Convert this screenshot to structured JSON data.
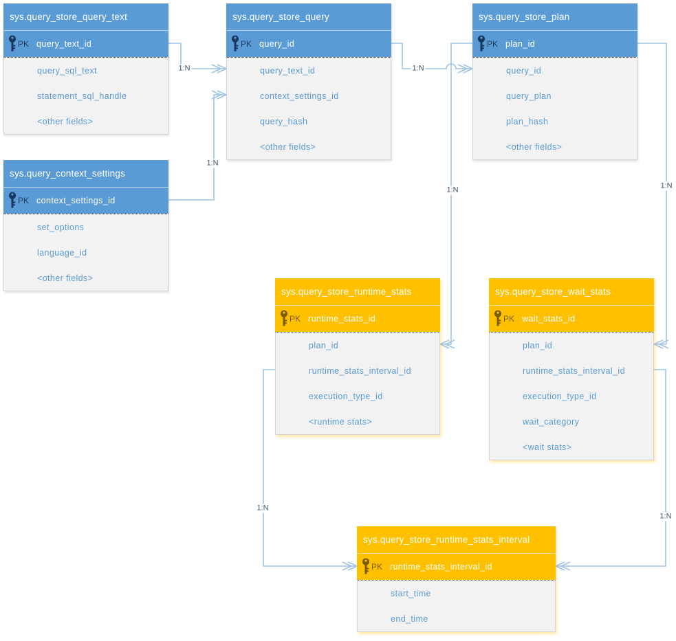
{
  "colors": {
    "blue_header": "#5B9BD5",
    "orange_header": "#FFC000",
    "body_background": "#F2F2F2",
    "field_text": "#5B9BD5",
    "connector_line": "#9DC3E6",
    "cardinality_text": "#44546A",
    "blue_key_icon": "#17375E",
    "orange_key_icon": "#7A5B00"
  },
  "tables": [
    {
      "name": "sys.query_store_query_text",
      "theme": "blue",
      "pk_label": "PK",
      "pk_field": "query_text_id",
      "fields": [
        "query_sql_text",
        "statement_sql_handle",
        "<other fields>"
      ]
    },
    {
      "name": "sys.query_store_query",
      "theme": "blue",
      "pk_label": "PK",
      "pk_field": "query_id",
      "fields": [
        "query_text_id",
        "context_settings_id",
        "query_hash",
        "<other fields>"
      ]
    },
    {
      "name": "sys.query_store_plan",
      "theme": "blue",
      "pk_label": "PK",
      "pk_field": "plan_id",
      "fields": [
        "query_id",
        "query_plan",
        "plan_hash",
        "<other fields>"
      ]
    },
    {
      "name": "sys.query_context_settings",
      "theme": "blue",
      "pk_label": "PK",
      "pk_field": "context_settings_id",
      "fields": [
        "set_options",
        "language_id",
        "<other fields>"
      ]
    },
    {
      "name": "sys.query_store_runtime_stats",
      "theme": "orange",
      "pk_label": "PK",
      "pk_field": "runtime_stats_id",
      "fields": [
        "plan_id",
        "runtime_stats_interval_id",
        "execution_type_id",
        "<runtime stats>"
      ]
    },
    {
      "name": "sys.query_store_wait_stats",
      "theme": "orange",
      "pk_label": "PK",
      "pk_field": "wait_stats_id",
      "fields": [
        "plan_id",
        "runtime_stats_interval_id",
        "execution_type_id",
        "wait_category",
        "<wait stats>"
      ]
    },
    {
      "name": "sys.query_store_runtime_stats_interval",
      "theme": "orange",
      "pk_label": "PK",
      "pk_field": "runtime_stats_interval_id",
      "fields": [
        "start_time",
        "end_time"
      ]
    }
  ],
  "relationships": [
    {
      "label": "1:N",
      "from": "sys.query_store_query_text",
      "from_field": "query_text_id",
      "to": "sys.query_store_query",
      "to_field": "query_text_id"
    },
    {
      "label": "1:N",
      "from": "sys.query_context_settings",
      "from_field": "context_settings_id",
      "to": "sys.query_store_query",
      "to_field": "context_settings_id"
    },
    {
      "label": "1:N",
      "from": "sys.query_store_query",
      "from_field": "query_id",
      "to": "sys.query_store_plan",
      "to_field": "query_id"
    },
    {
      "label": "1:N",
      "from": "sys.query_store_plan",
      "from_field": "plan_id",
      "to": "sys.query_store_runtime_stats",
      "to_field": "plan_id"
    },
    {
      "label": "1:N",
      "from": "sys.query_store_plan",
      "from_field": "plan_id",
      "to": "sys.query_store_wait_stats",
      "to_field": "plan_id"
    },
    {
      "label": "1:N",
      "from": "sys.query_store_runtime_stats",
      "from_field": "runtime_stats_interval_id",
      "to": "sys.query_store_runtime_stats_interval",
      "to_field": "runtime_stats_interval_id"
    },
    {
      "label": "1:N",
      "from": "sys.query_store_wait_stats",
      "from_field": "runtime_stats_interval_id",
      "to": "sys.query_store_runtime_stats_interval",
      "to_field": "runtime_stats_interval_id"
    }
  ]
}
